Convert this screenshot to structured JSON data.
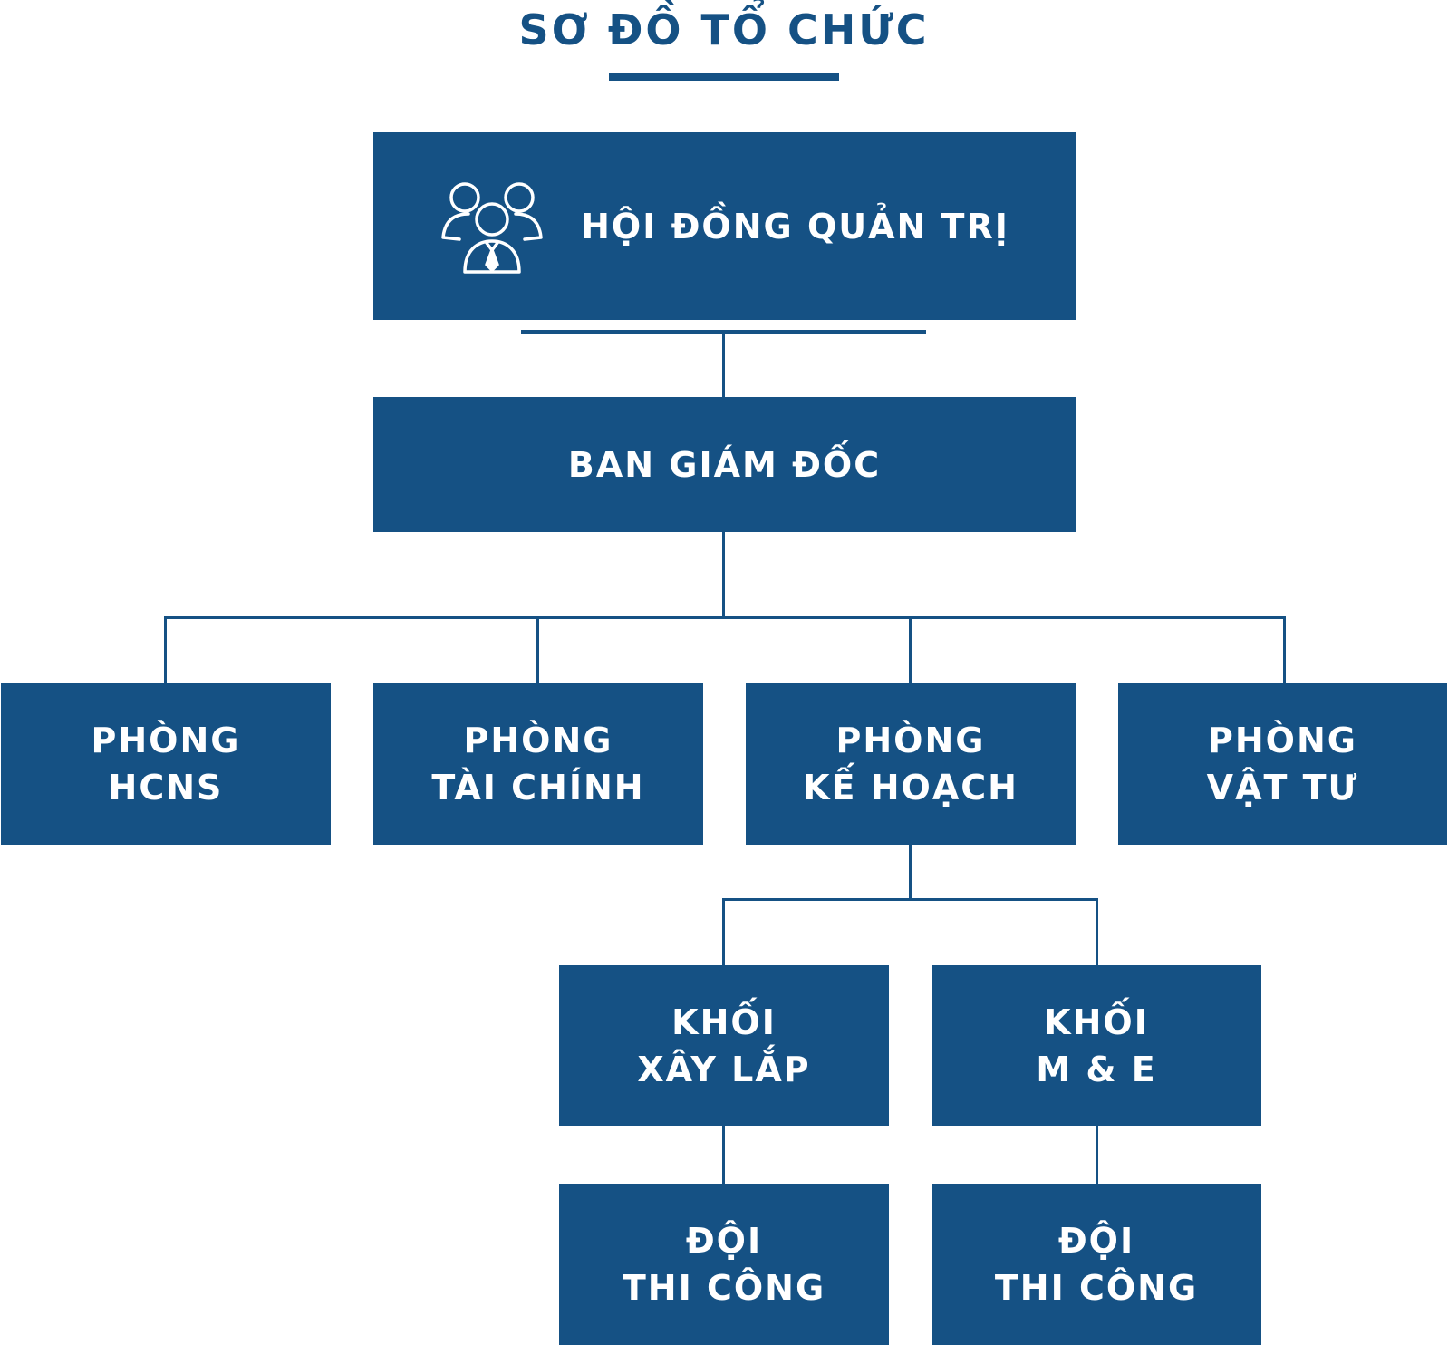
{
  "title": "SƠ ĐỒ TỔ CHỨC",
  "colors": {
    "primary": "#155184",
    "text_on_box": "#ffffff",
    "background": "#ffffff"
  },
  "board": {
    "label": "HỘI ĐỒNG QUẢN TRỊ",
    "icon": "people-group-icon"
  },
  "directors": {
    "label": "BAN GIÁM ĐỐC"
  },
  "departments": [
    {
      "line1": "PHÒNG",
      "line2": "HCNS"
    },
    {
      "line1": "PHÒNG",
      "line2": "TÀI CHÍNH"
    },
    {
      "line1": "PHÒNG",
      "line2": "KẾ HOẠCH"
    },
    {
      "line1": "PHÒNG",
      "line2": "VẬT TƯ"
    }
  ],
  "blocks": [
    {
      "line1": "KHỐI",
      "line2": "XÂY LẮP"
    },
    {
      "line1": "KHỐI",
      "line2": "M & E"
    }
  ],
  "teams": [
    {
      "line1": "ĐỘI",
      "line2": "THI CÔNG"
    },
    {
      "line1": "ĐỘI",
      "line2": "THI CÔNG"
    }
  ]
}
